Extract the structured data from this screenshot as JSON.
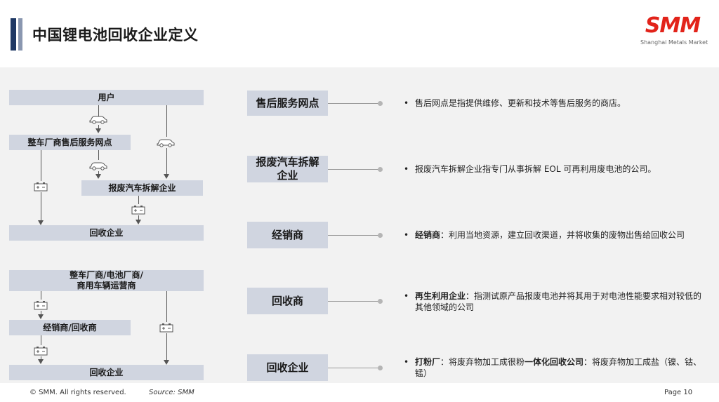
{
  "title": "中国锂电池回收企业定义",
  "logo": {
    "mark": "SMM",
    "subtitle": "Shanghai Metals Market",
    "color": "#e2231a"
  },
  "flow1": {
    "user": "用户",
    "oem_service": "整车厂商售后服务网点",
    "dismantler": "报废汽车拆解企业",
    "recycler": "回收企业"
  },
  "flow2": {
    "producers_line1": "整车厂商/电池厂商/",
    "producers_line2": "商用车辆运营商",
    "dealer": "经销商/回收商",
    "recycler": "回收企业"
  },
  "definitions": [
    {
      "term": "售后服务网点",
      "bold": "",
      "text": "售后网点是指提供维修、更新和技术等售后服务的商店。"
    },
    {
      "term_line1": "报废汽车拆解",
      "term_line2": "企业",
      "bold": "",
      "text": "报废汽车拆解企业指专门从事拆解 EOL 可再利用废电池的公司。"
    },
    {
      "term": "经销商",
      "bold": "经销商",
      "text": "：利用当地资源，建立回收渠道，并将收集的废物出售给回收公司"
    },
    {
      "term": "回收商",
      "bold": "再生利用企业",
      "text": "：指测试原产品报废电池并将其用于对电池性能要求相对较低的其他领域的公司"
    },
    {
      "term": "回收企业",
      "bold": "打粉厂",
      "text": "：将废弃物加工成很粉",
      "bold2": "一体化回收公司",
      "text2": "：将废弃物加工成盐（镍、钴、锰）"
    }
  ],
  "bullet": "•",
  "footer": {
    "copyright": "© SMM. All rights reserved.",
    "source": "Source: SMM",
    "page": "Page 10"
  },
  "colors": {
    "node_fill": "#d0d5e0",
    "panel_bg": "#f2f2f2",
    "title_accent": "#1f3864"
  },
  "icons": [
    "car-icon",
    "battery-icon"
  ]
}
